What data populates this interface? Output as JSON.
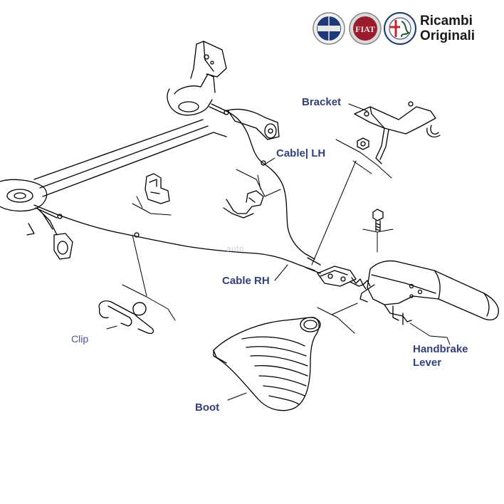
{
  "branding": {
    "logos": [
      "LANCIA",
      "FIAT",
      "ALFA ROMEO"
    ],
    "tagline_line1": "Ricambi",
    "tagline_line2": "Originali",
    "colors": {
      "lancia": "#1f3a78",
      "fiat": "#9b1b2a",
      "alfa": "#1e5a2e",
      "label": "#34407a"
    }
  },
  "labels": {
    "bracket": "Bracket",
    "cable_lh": "Cable| LH",
    "cable_rh": "Cable RH",
    "clip": "Clip",
    "boot": "Boot",
    "handbrake_line1": "Handbrake",
    "handbrake_line2": "Lever"
  },
  "watermark": "auto"
}
